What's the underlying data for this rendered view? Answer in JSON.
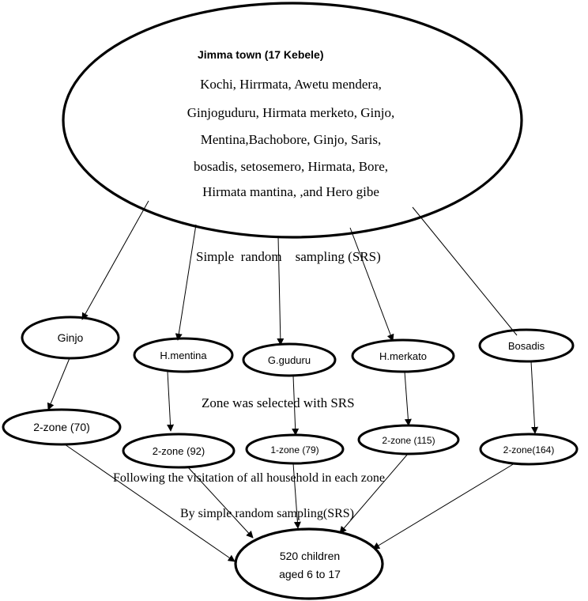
{
  "top": {
    "title": "Jimma town (17 Kebele)",
    "lines": [
      "Kochi, Hirrmata, Awetu mendera,",
      "Ginjoguduru, Hirmata merketo, Ginjo,",
      "Mentina,Bachobore, Ginjo, Saris,",
      "bosadis, setosemero, Hirmata, Bore,",
      "Hirmata mantina, ,and Hero gibe"
    ]
  },
  "labels": {
    "srs1": "Simple  random    sampling (SRS)",
    "zone_srs": "Zone was selected with SRS",
    "visitation": "Following the visitation of all household in each zone",
    "srs2": "By simple random sampling(SRS)"
  },
  "kebeles": [
    "Ginjo",
    "H.mentina",
    "G.guduru",
    "H.merkato",
    "Bosadis"
  ],
  "zones": [
    "2-zone (70)",
    "2-zone (92)",
    "1-zone (79)",
    "2-zone (115)",
    "2-zone(164)"
  ],
  "final": {
    "line1": "520 children",
    "line2": "aged 6 to 17"
  }
}
